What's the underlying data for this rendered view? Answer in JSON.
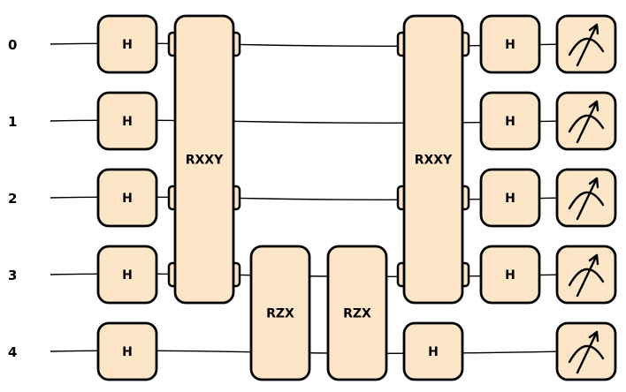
{
  "diagram": {
    "gate_fill": "#fde6c8",
    "stroke": "#000000",
    "wires": [
      "0",
      "1",
      "2",
      "3",
      "4"
    ],
    "columns": [
      {
        "gates": [
          {
            "label": "H",
            "wires": [
              0
            ]
          },
          {
            "label": "H",
            "wires": [
              1
            ]
          },
          {
            "label": "H",
            "wires": [
              2
            ]
          },
          {
            "label": "H",
            "wires": [
              3
            ]
          },
          {
            "label": "H",
            "wires": [
              4
            ]
          }
        ]
      },
      {
        "gates": [
          {
            "label": "RXXY",
            "wires": [
              0,
              2,
              3
            ]
          }
        ]
      },
      {
        "gates": [
          {
            "label": "RZX",
            "wires": [
              3,
              4
            ]
          }
        ]
      },
      {
        "gates": [
          {
            "label": "RZX",
            "wires": [
              3,
              4
            ]
          }
        ]
      },
      {
        "gates": [
          {
            "label": "RXXY",
            "wires": [
              0,
              2,
              3
            ]
          },
          {
            "label": "H",
            "wires": [
              4
            ]
          }
        ]
      },
      {
        "gates": [
          {
            "label": "H",
            "wires": [
              0
            ]
          },
          {
            "label": "H",
            "wires": [
              1
            ]
          },
          {
            "label": "H",
            "wires": [
              2
            ]
          },
          {
            "label": "H",
            "wires": [
              3
            ]
          }
        ]
      },
      {
        "gates": [
          {
            "type": "measure",
            "icon": "measurement-meter-icon",
            "wires": [
              0
            ]
          },
          {
            "type": "measure",
            "icon": "measurement-meter-icon",
            "wires": [
              1
            ]
          },
          {
            "type": "measure",
            "icon": "measurement-meter-icon",
            "wires": [
              2
            ]
          },
          {
            "type": "measure",
            "icon": "measurement-meter-icon",
            "wires": [
              3
            ]
          },
          {
            "type": "measure",
            "icon": "measurement-meter-icon",
            "wires": [
              4
            ]
          }
        ]
      }
    ]
  }
}
